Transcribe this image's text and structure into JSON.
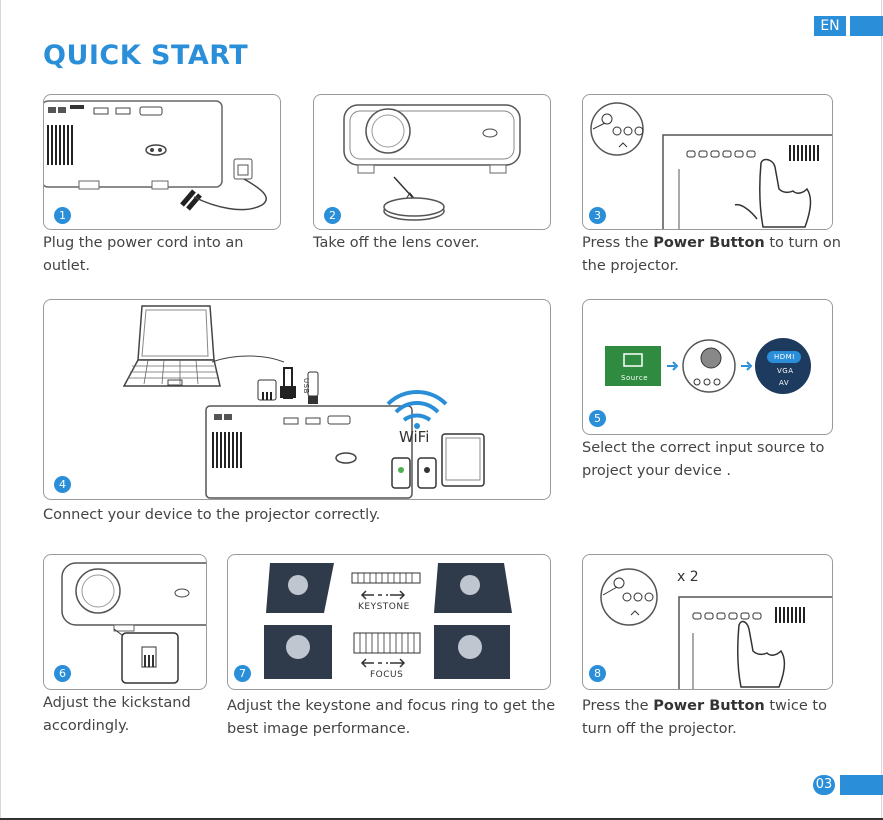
{
  "lang": "EN",
  "title": "QUICK START",
  "steps": [
    {
      "num": "1",
      "text": "Plug the power cord into an outlet."
    },
    {
      "num": "2",
      "text": "Take off the lens cover."
    },
    {
      "num": "3",
      "pre": "Press the ",
      "bold": "Power Button",
      "post": " to turn on the projector."
    },
    {
      "num": "4",
      "text": "Connect your device to the projector correctly.",
      "wifi": "WiFi",
      "usb": "USB"
    },
    {
      "num": "5",
      "text": "Select the correct input source to project your device .",
      "source": "Source",
      "menu": [
        "HDMI",
        "VGA",
        "AV"
      ]
    },
    {
      "num": "6",
      "text": "Adjust the kickstand accordingly."
    },
    {
      "num": "7",
      "text": "Adjust the keystone and focus ring to get the best image performance.",
      "keystone": "KEYSTONE",
      "focus": "FOCUS"
    },
    {
      "num": "8",
      "pre": "Press the ",
      "bold": "Power Button",
      "post": " twice to turn off the projector.",
      "times": "x 2"
    }
  ],
  "page": "03"
}
